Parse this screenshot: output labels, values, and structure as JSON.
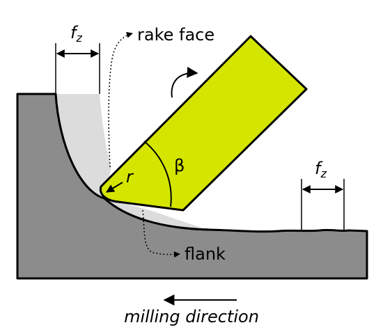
{
  "labels": {
    "feed_symbol": "f",
    "feed_subscript": "z",
    "rake_face": "rake face",
    "flank": "flank",
    "radius": "r",
    "wedge_angle": "β",
    "direction": "milling direction"
  },
  "colors": {
    "workpiece": "#8c8c8c",
    "chip": "#dcdcdc",
    "tool": "#d4e600",
    "outline": "#000000"
  },
  "icons": {
    "rotation": "curved-arrow-icon",
    "direction": "left-arrow-icon"
  }
}
